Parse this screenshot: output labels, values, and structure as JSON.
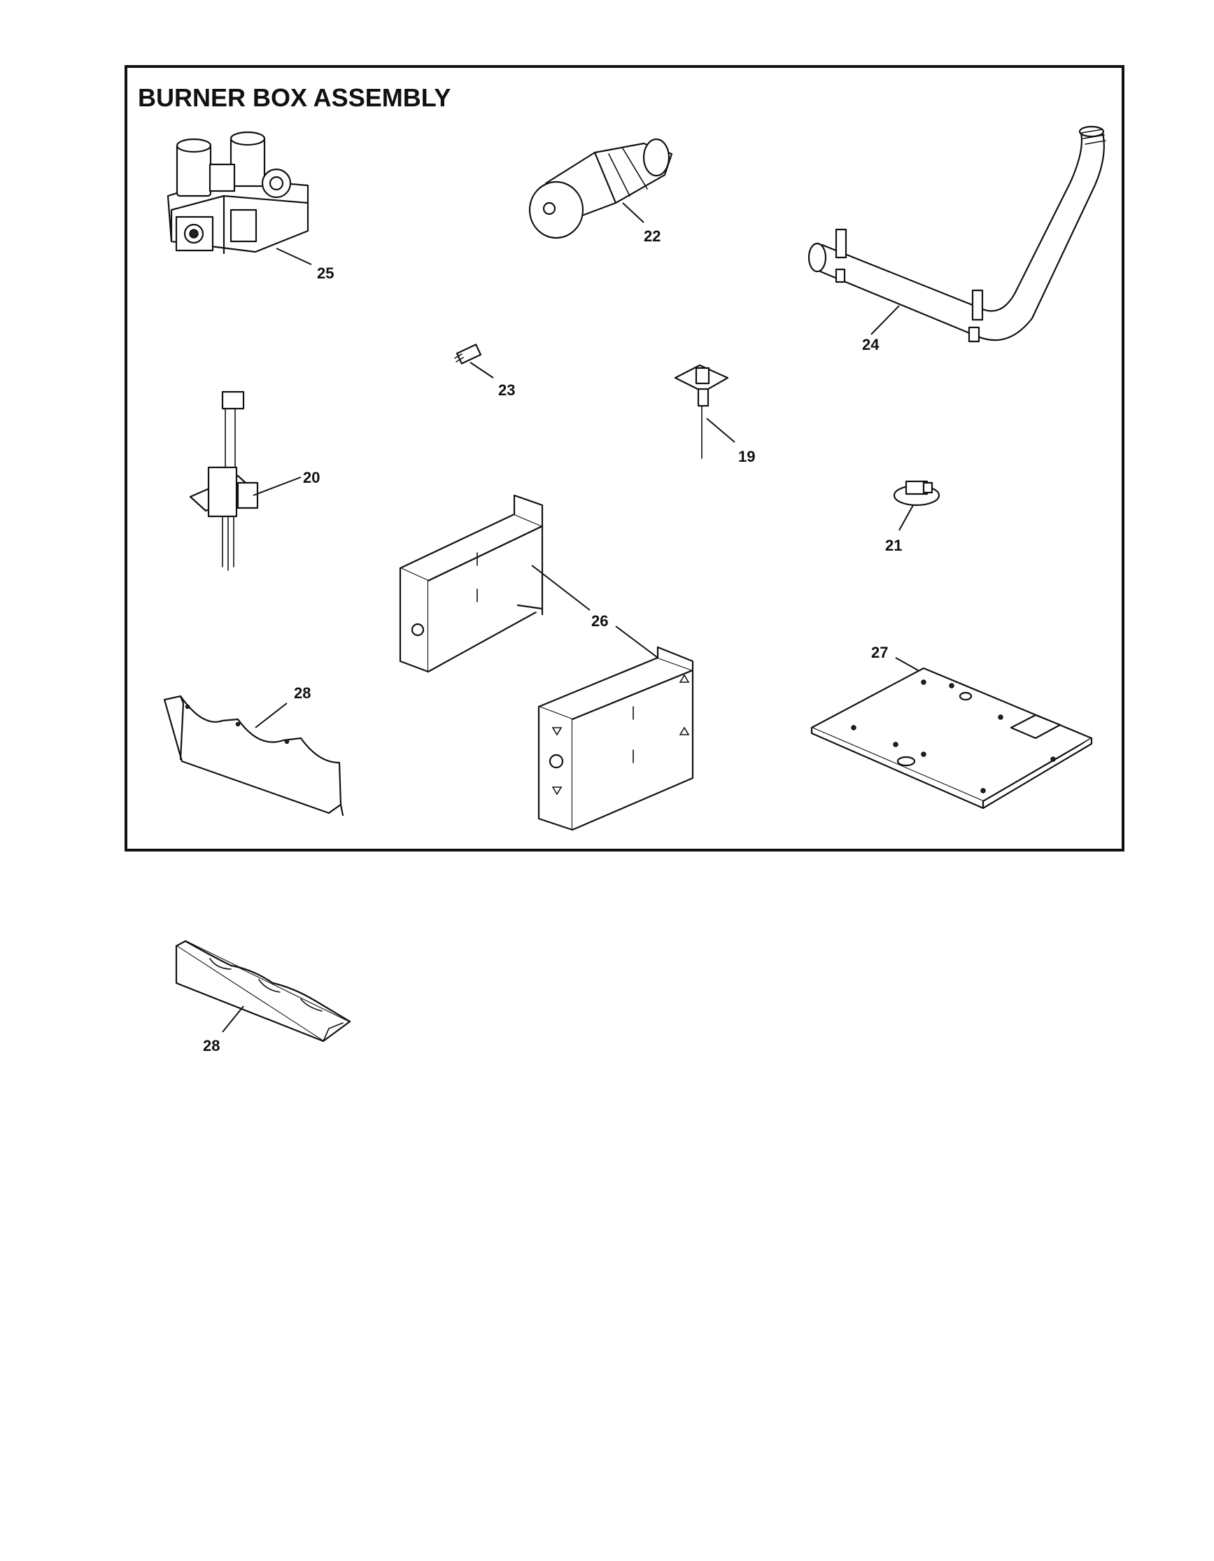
{
  "diagram": {
    "title": "BURNER BOX ASSEMBLY",
    "callouts": {
      "gas_valve": "25",
      "burner": "22",
      "manifold": "24",
      "orifice": "23",
      "flame_sensor": "19",
      "igniter": "20",
      "rollout_switch": "21",
      "side_panels": "26",
      "bottom_panel": "27",
      "burner_bracket_top": "28",
      "burner_bracket_lower": "28"
    }
  }
}
